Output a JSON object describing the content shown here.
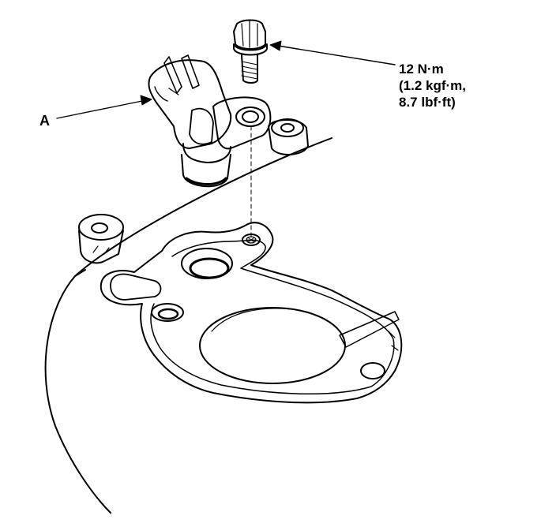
{
  "labels": {
    "part_a": "A",
    "torque": {
      "line1": "12 N·m",
      "line2": "(1.2 kgf·m,",
      "line3": "8.7 lbf·ft)"
    }
  },
  "colors": {
    "line": "#000000",
    "background": "#ffffff"
  }
}
